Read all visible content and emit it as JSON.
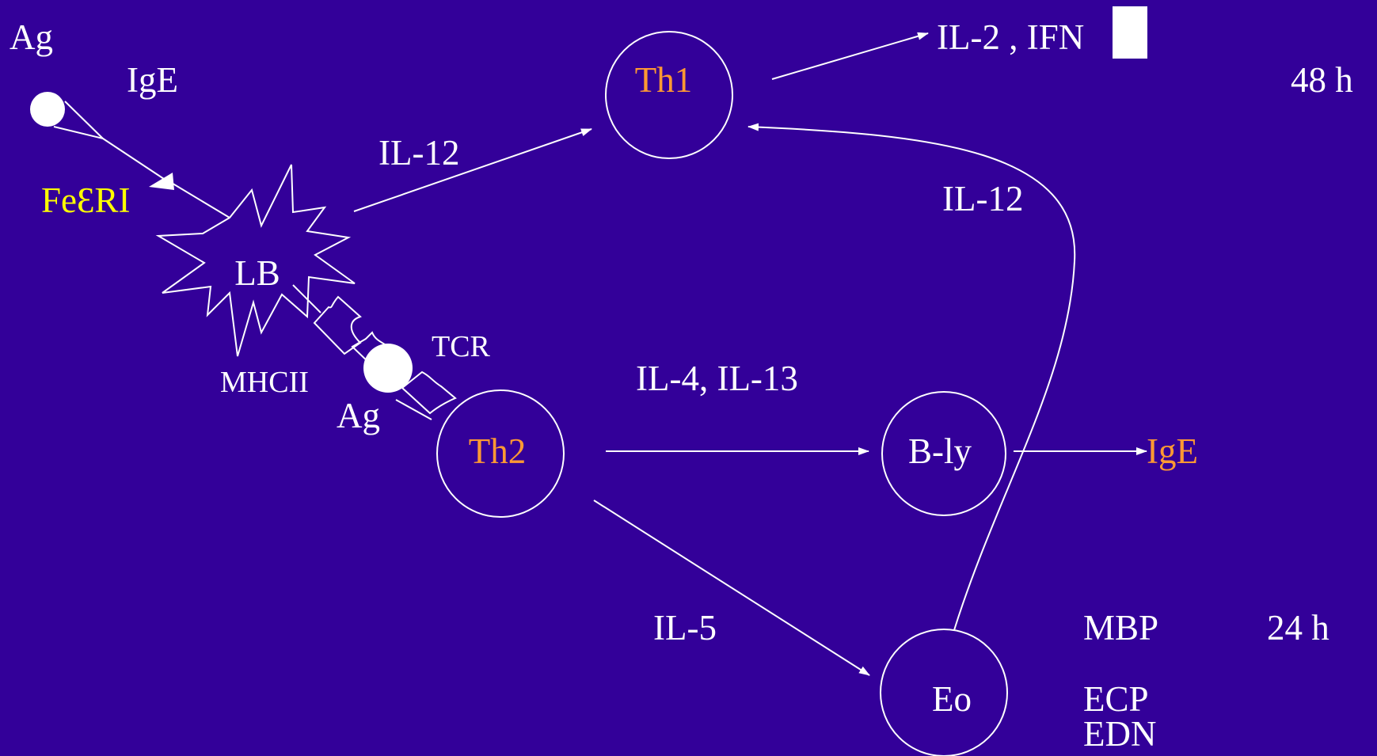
{
  "colors": {
    "background": "#330099",
    "line": "#ffffff",
    "text": "#ffffff",
    "cell_highlight": "#ff9933",
    "receptor_label": "#ffff00"
  },
  "labels": {
    "ag_top": "Ag",
    "ige_top": "IgE",
    "fceri": "FeƐRI",
    "lb": "LB",
    "mhcii": "MHCII",
    "tcr": "TCR",
    "ag_bottom": "Ag",
    "th1": "Th1",
    "th2": "Th2",
    "bly": "B-ly",
    "eo": "Eo",
    "il12_left": "IL-12",
    "il12_right": "IL-12",
    "il2_ifn": "IL-2 , IFN",
    "il4_il13": "IL-4, IL-13",
    "il5": "IL-5",
    "ige_output": "IgE",
    "mbp": "MBP",
    "ecp": "ECP",
    "edn": "EDN",
    "time_48h": "48 h",
    "time_24h": "24 h"
  }
}
